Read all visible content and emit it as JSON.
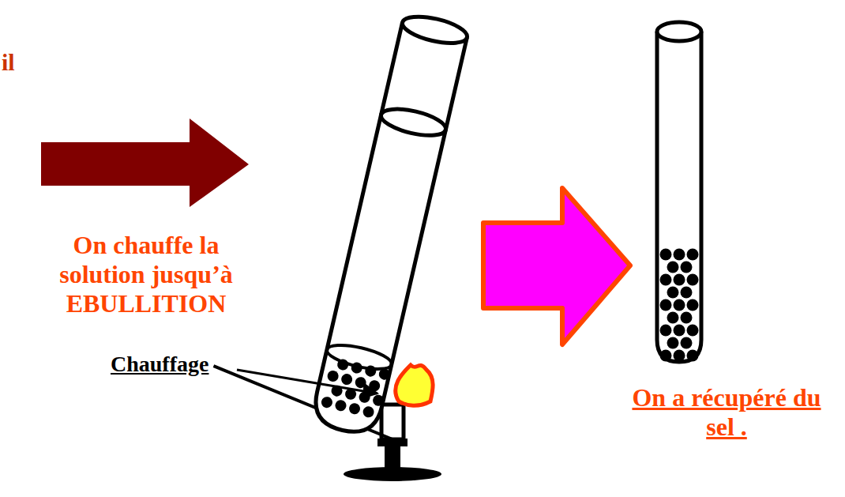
{
  "diagram": {
    "labels": [
      "il",
      "On chauffe la solution jusqu’à EBULLITION",
      "Chauffage",
      "On a récupéré du sel ."
    ]
  }
}
